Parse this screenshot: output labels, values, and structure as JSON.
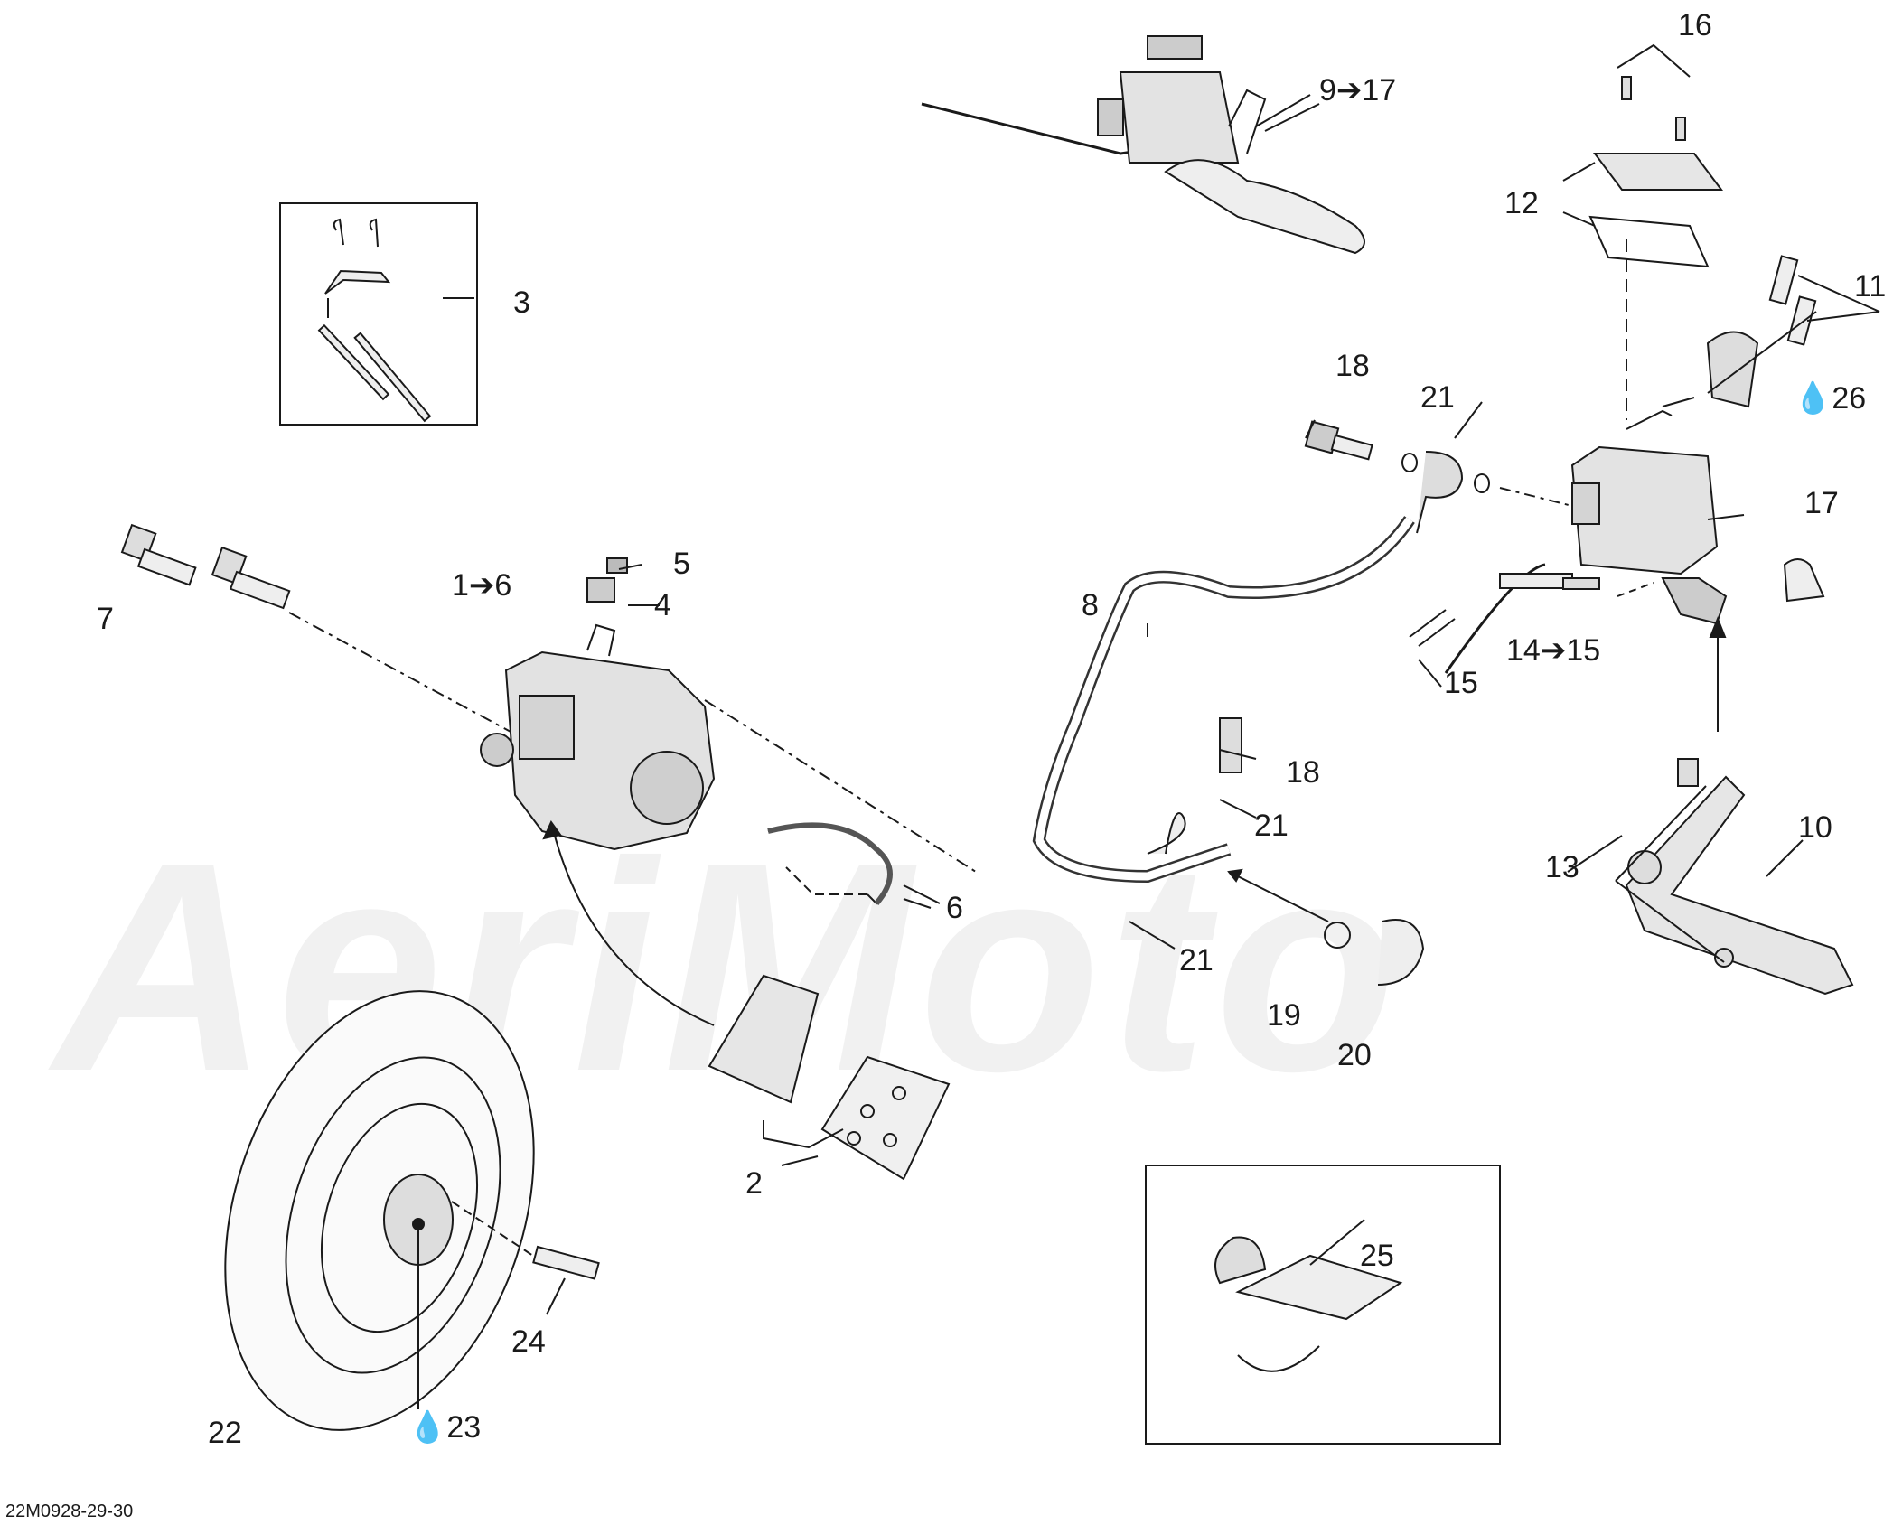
{
  "watermark": "AeriMoto",
  "document_id": "22M0928-29-30",
  "accent_colors": {
    "line": "#1a1a1a",
    "watermark": "#efefef",
    "part_fill": "#e4e4e4"
  },
  "callouts": {
    "c1": "1➔6",
    "c2": "2",
    "c3": "3",
    "c4": "4",
    "c5": "5",
    "c6": "6",
    "c7": "7",
    "c8": "8",
    "c9": "9➔17",
    "c10": "10",
    "c11": "11",
    "c12": "12",
    "c13": "13",
    "c14": "14➔15",
    "c15": "15",
    "c16": "16",
    "c17": "17",
    "c18a": "18",
    "c18b": "18",
    "c19": "19",
    "c20": "20",
    "c21a": "21",
    "c21b": "21",
    "c21c": "21",
    "c22": "22",
    "c23": "23",
    "c24": "24",
    "c25": "25",
    "c26": "26"
  },
  "icons": {
    "lubricant": "oil-drop-icon",
    "arrow": "arrow-right-icon"
  }
}
